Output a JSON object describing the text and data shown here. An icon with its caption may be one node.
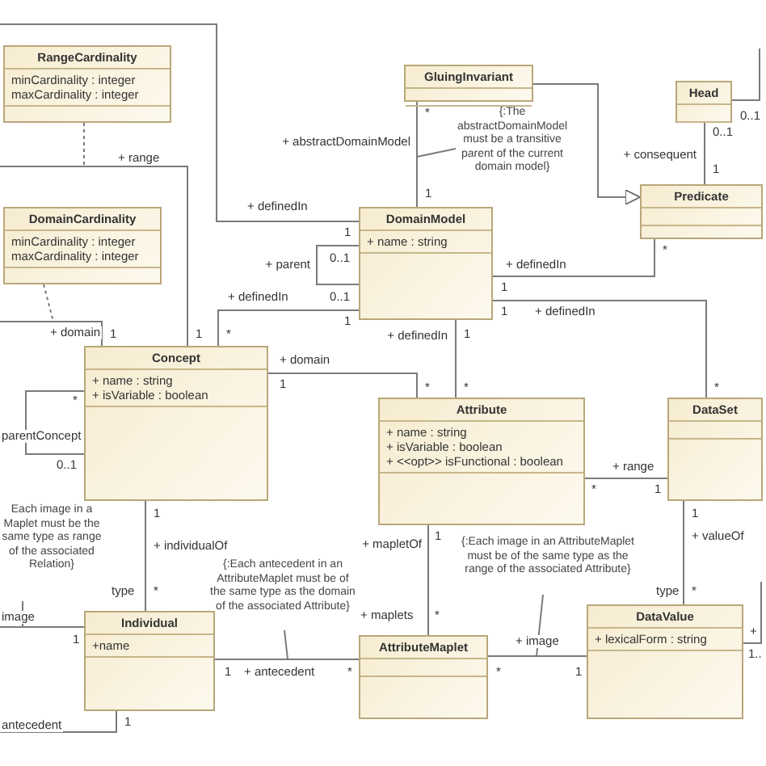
{
  "diagram": {
    "nodes": [
      {
        "text": [
          "RangeCardinality",
          "minCardinality : integer",
          "maxCardinality : integer"
        ]
      },
      {
        "text": [
          "GluingInvariant"
        ]
      },
      {
        "text": [
          "Head"
        ]
      },
      {
        "text": [
          "DomainCardinality",
          "minCardinality : integer",
          "maxCardinality : integer"
        ]
      },
      {
        "text": [
          "DomainModel",
          "+ name : string"
        ]
      },
      {
        "text": [
          "Predicate"
        ]
      },
      {
        "text": [
          "Concept",
          "+ name : string",
          "+ isVariable : boolean"
        ]
      },
      {
        "text": [
          "Attribute",
          "+ name : string",
          "+ isVariable : boolean",
          "+ <<opt>> isFunctional : boolean"
        ]
      },
      {
        "text": [
          "DataSet"
        ]
      },
      {
        "text": [
          "Individual",
          "+name"
        ]
      },
      {
        "text": [
          "AttributeMaplet"
        ]
      },
      {
        "text": [
          "DataValue",
          "+ lexicalForm : string"
        ]
      },
      {
        "text": [
          "{:The abstractDomainModel must be a transitive parent of the current domain model}"
        ]
      },
      {
        "text": [
          "Each image in a Maplet must be the same type as range of the associated Relation}"
        ]
      },
      {
        "text": [
          "{:Each antecedent in an AttributeMaplet must be of the same type as the domain of the associated Attribute}"
        ]
      },
      {
        "text": [
          "{:Each image in an AttributeMaplet must be of the same type as the range of the associated Attribute}"
        ]
      }
    ],
    "edges": [
      {
        "from": 1,
        "to": 4,
        "arrow": "none",
        "label": "+ abstractDomainModel"
      },
      {
        "from": 1,
        "to": 5,
        "arrow": "to"
      },
      {
        "from": 2,
        "to": 5,
        "arrow": "none",
        "label": "+ consequent"
      },
      {
        "from": 2,
        "to": null,
        "arrow": "none"
      },
      {
        "from": null,
        "to": 4,
        "arrow": "none",
        "label": "+ definedIn"
      },
      {
        "from": 4,
        "to": 4,
        "arrow": "none",
        "label": "+ parent"
      },
      {
        "from": 6,
        "to": 4,
        "arrow": "none",
        "label": "+ definedIn"
      },
      {
        "from": 5,
        "to": 4,
        "arrow": "none",
        "label": "+ definedIn"
      },
      {
        "from": 4,
        "to": 8,
        "arrow": "none",
        "label": "+ definedIn"
      },
      {
        "from": 4,
        "to": 7,
        "arrow": "none",
        "label": "+ definedIn"
      },
      {
        "from": null,
        "to": 6,
        "arrow": "none",
        "label": "+ range"
      },
      {
        "from": 0,
        "to": null,
        "arrow": "none",
        "style": "dashed"
      },
      {
        "from": null,
        "to": 6,
        "arrow": "none",
        "label": "+ domain"
      },
      {
        "from": 3,
        "to": null,
        "arrow": "none",
        "style": "dashed"
      },
      {
        "from": 6,
        "to": 7,
        "arrow": "none",
        "label": "+ domain"
      },
      {
        "from": 6,
        "to": 6,
        "arrow": "none",
        "label": "parentConcept"
      },
      {
        "from": 6,
        "to": 9,
        "arrow": "none",
        "label": "+ individualOf"
      },
      {
        "from": null,
        "to": 9,
        "arrow": "none",
        "label": "image"
      },
      {
        "from": null,
        "to": 9,
        "arrow": "none",
        "label": "antecedent"
      },
      {
        "from": 9,
        "to": 10,
        "arrow": "none",
        "label": "+ antecedent"
      },
      {
        "from": 7,
        "to": 10,
        "arrow": "none",
        "label": "+ mapletOf"
      },
      {
        "from": 7,
        "to": 8,
        "arrow": "none",
        "label": "+ range"
      },
      {
        "from": 8,
        "to": 11,
        "arrow": "none",
        "label": "+ valueOf"
      },
      {
        "from": 10,
        "to": 11,
        "arrow": "none",
        "label": "+ image"
      },
      {
        "from": 11,
        "to": null,
        "arrow": "none"
      },
      {
        "from": 12,
        "to": null,
        "arrow": "none"
      },
      {
        "from": 13,
        "to": null,
        "arrow": "none"
      },
      {
        "from": 14,
        "to": null,
        "arrow": "none"
      },
      {
        "from": 15,
        "to": null,
        "arrow": "none"
      }
    ],
    "labels": [
      "*",
      "0..1",
      "0..1",
      "1",
      "1",
      "1",
      "*",
      "0..1",
      "1",
      "0..1",
      "1",
      "1",
      "1",
      "1",
      "*",
      "1",
      "1",
      "*",
      "*",
      "*",
      "*",
      "0..1",
      "*",
      "1",
      "1",
      "1",
      "1",
      "type",
      "*",
      "type",
      "*",
      "+ maplets",
      "*",
      "+",
      "1",
      "1..",
      "1",
      "*",
      "*",
      "1",
      "1"
    ]
  }
}
